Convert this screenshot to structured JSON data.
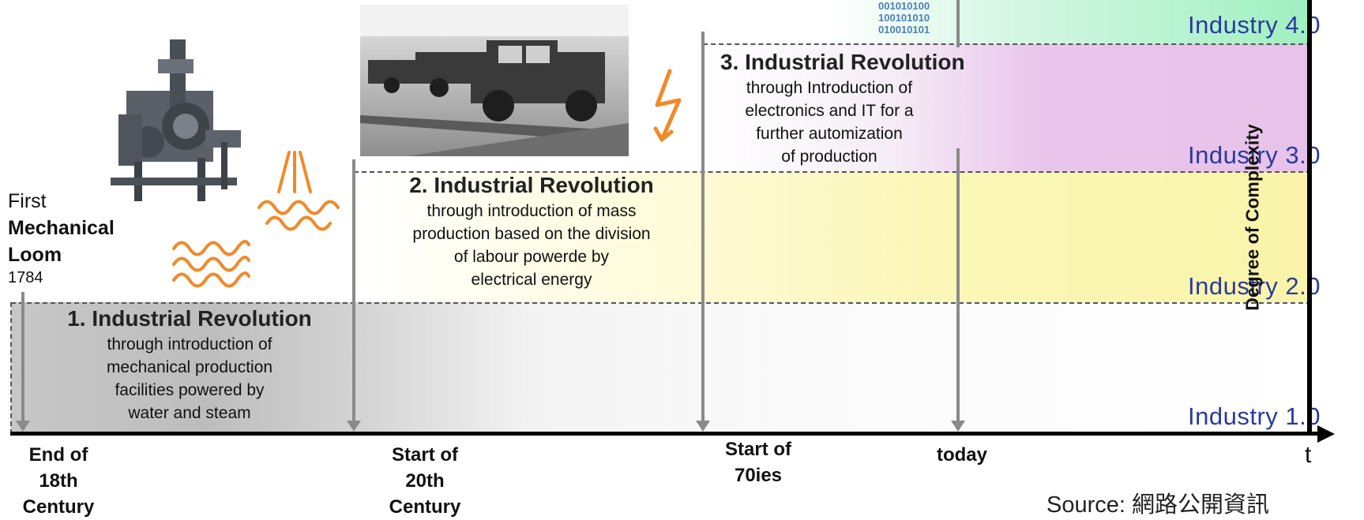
{
  "bands": {
    "i4": "Industry 4.0",
    "i3": "Industry 3.0",
    "i2": "Industry 2.0",
    "i1": "Industry 1.0"
  },
  "rev1": {
    "title": "1. Industrial Revolution",
    "desc": [
      "through introduction of",
      "mechanical production",
      "facilities powered by",
      "water and steam"
    ]
  },
  "rev2": {
    "title": "2. Industrial Revolution",
    "desc": [
      "through introduction of mass",
      "production based on the division",
      "of labour powerde by",
      "electrical energy"
    ]
  },
  "rev3": {
    "title": "3. Industrial Revolution",
    "desc": [
      "through Introduction of",
      "electronics and IT for a",
      "further automization",
      "of production"
    ]
  },
  "loom": {
    "l1": "First",
    "l2": "Mechanical",
    "l3": "Loom",
    "year": "1784"
  },
  "binary": [
    "001010100",
    "100101010",
    "010010101"
  ],
  "axis": {
    "y_label": "Degree of Complexity",
    "x_label": "t",
    "ticks": [
      [
        "End of",
        "18th",
        "Century"
      ],
      [
        "Start of",
        "20th",
        "Century"
      ],
      [
        "Start of",
        "70ies"
      ],
      [
        "today"
      ]
    ]
  },
  "source": "Source: 網路公開資訊",
  "colors": {
    "i4": "#9ff0c0",
    "i3": "#eac6ec",
    "i2": "#fbf7b8",
    "i1": "#b9b9b9",
    "industry_text": "#2a3a9c",
    "icon_orange": "#f08a2a"
  }
}
